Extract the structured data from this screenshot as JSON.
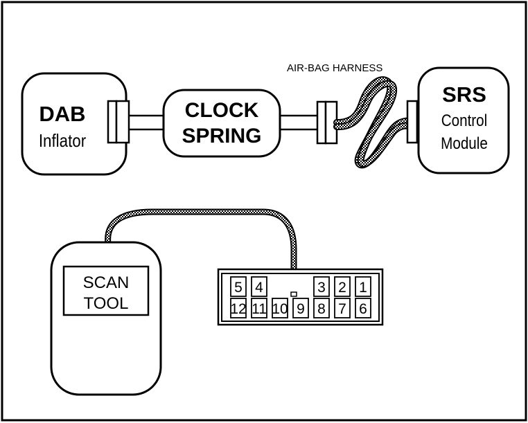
{
  "diagram": {
    "dab": {
      "title": "DAB",
      "subtitle": "Inflator"
    },
    "clock_spring": {
      "line1": "CLOCK",
      "line2": "SPRING"
    },
    "harness_label": "AIR-BAG HARNESS",
    "srs": {
      "title": "SRS",
      "line2": "Control",
      "line3": "Module"
    },
    "scan_tool": {
      "line1": "SCAN",
      "line2": "TOOL"
    },
    "connector": {
      "top_row": [
        "5",
        "4",
        "",
        "",
        "3",
        "2",
        "1"
      ],
      "bottom_row": [
        "12",
        "11",
        "10",
        "9",
        "8",
        "7",
        "6"
      ]
    }
  }
}
